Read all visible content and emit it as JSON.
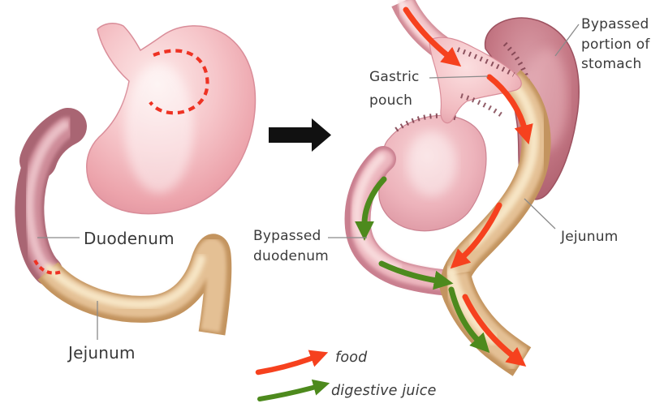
{
  "palette": {
    "food_arrow_red": "#f6411e",
    "digestive_juice_green": "#4d8a1d",
    "incision_dash_red": "#ee3223",
    "transform_arrow_black": "#111111",
    "label_text": "#3a3a3a",
    "leader_line_gray": "#8a8a8a",
    "stomach_pink": "#f2bcc1",
    "bypassed_mauve": "#c57885",
    "intestine_tan": "#e4c094"
  },
  "left_panel": {
    "description_labels": {
      "duodenum": "Duodenum",
      "jejunum": "Jejunum"
    }
  },
  "right_panel": {
    "description_labels": {
      "gastric_pouch": "Gastric\npouch",
      "bypassed_portion_of_stomach": "Bypassed\nportion of\nstomach",
      "bypassed_duodenum": "Bypassed\nduodenum",
      "jejunum": "Jejunum"
    }
  },
  "legend": {
    "food": "food",
    "digestive_juice": "digestive juice"
  }
}
